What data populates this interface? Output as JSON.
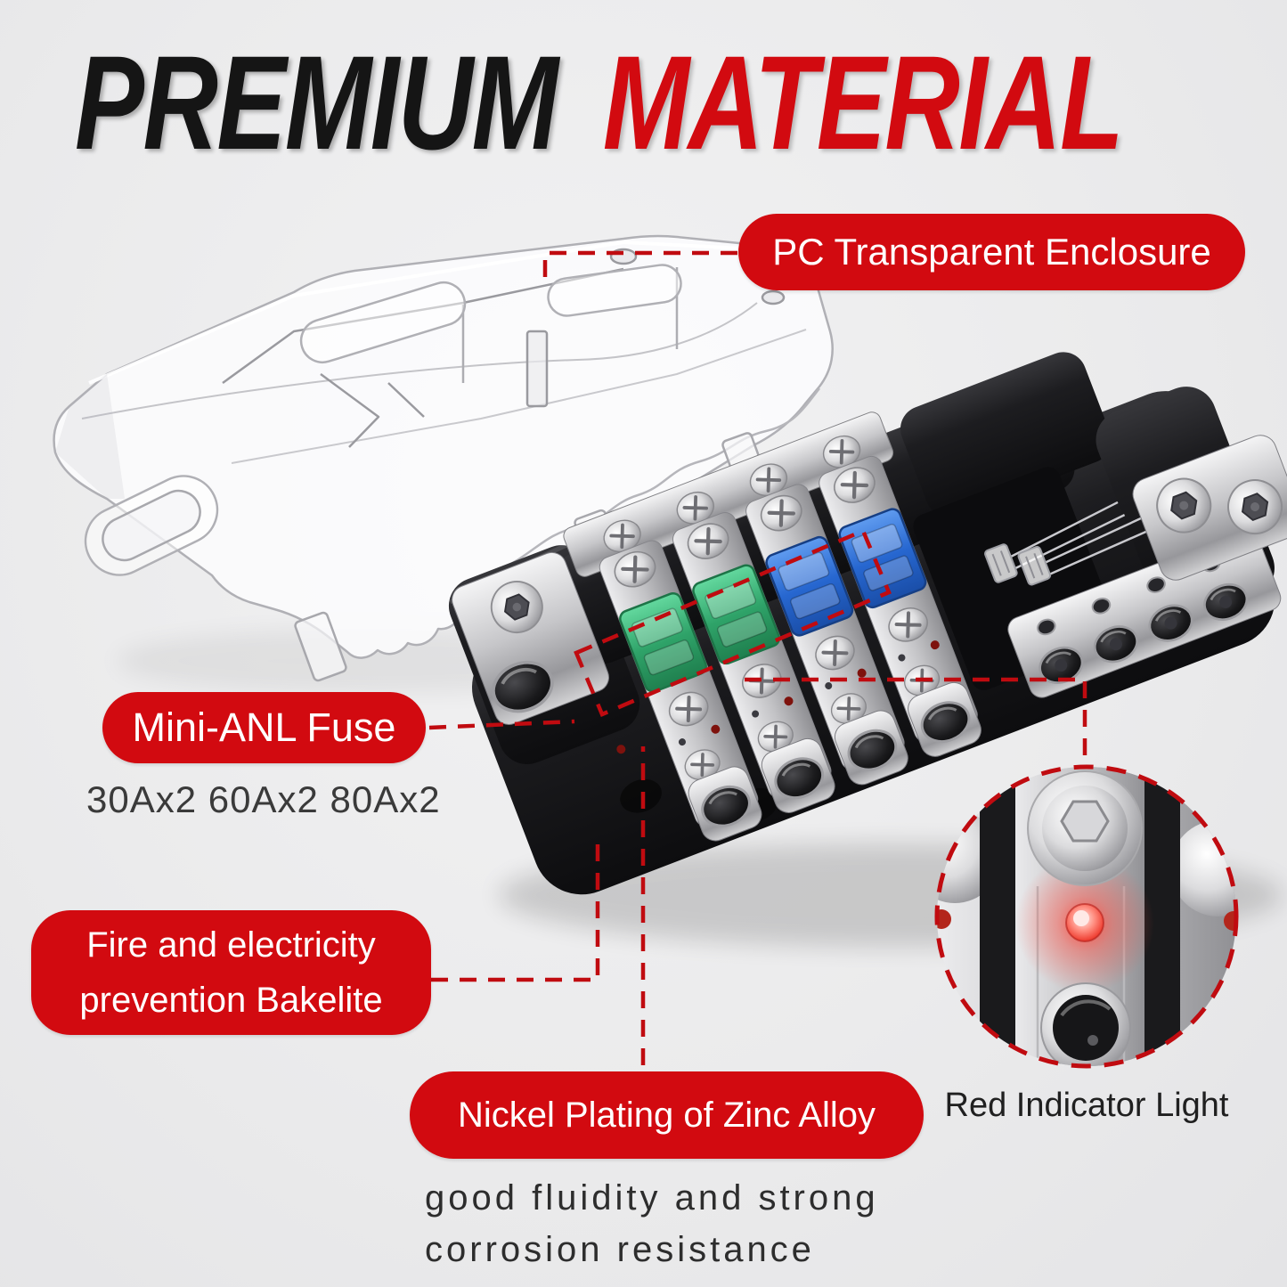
{
  "page": {
    "background": "#ebebec"
  },
  "title": {
    "premium": "PREMIUM",
    "material": "MATERIAL"
  },
  "callouts": {
    "enclosure": {
      "label": "PC Transparent Enclosure"
    },
    "fuse": {
      "label": "Mini-ANL Fuse",
      "ratings": "30Ax2 60Ax2 80Ax2"
    },
    "bakelite": {
      "label": "Fire and electricity prevention Bakelite"
    },
    "plating": {
      "label": "Nickel Plating of Zinc Alloy",
      "note_line1": "good fluidity and strong",
      "note_line2": "corrosion resistance"
    },
    "indicator": {
      "label": "Red Indicator Light"
    }
  },
  "colors": {
    "pill_red": "#d20a10",
    "dash_red": "#c00b10",
    "title_black": "#151515",
    "title_red": "#d20a10",
    "text_dark": "#2d2d2d",
    "fuse_green": "#2fa369",
    "fuse_blue": "#2767d0",
    "led_red": "#ff5a4e",
    "body_black": "#161618",
    "chrome": "#c6c6c9"
  },
  "product": {
    "fuse_colors": [
      "green",
      "green",
      "blue",
      "blue"
    ],
    "fuse_count": 4
  }
}
